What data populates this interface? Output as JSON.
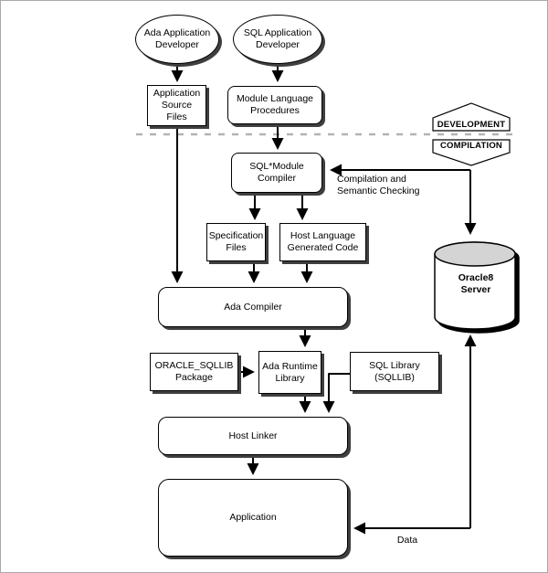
{
  "colors": {
    "line": "#000000",
    "dashed_divider": "#b3b3b3",
    "cylinder_top": "#d4d4d4",
    "shadow": "#3f3f3f",
    "background": "#ffffff"
  },
  "phases": {
    "development": "DEVELOPMENT",
    "compilation": "COMPILATION"
  },
  "nodes": {
    "ada_developer": "Ada Application\nDeveloper",
    "sql_developer": "SQL Application\nDeveloper",
    "application_source_files": "Application\nSource\nFiles",
    "module_language_procedures": "Module Language\nProcedures",
    "sql_module_compiler": "SQL*Module\nCompiler",
    "specification_files": "Specification\nFiles",
    "host_language_generated_code": "Host Language\nGenerated Code",
    "ada_compiler": "Ada Compiler",
    "oracle_sqllib_package": "ORACLE_SQLLIB\nPackage",
    "ada_runtime_library": "Ada Runtime\nLibrary",
    "sql_library": "SQL Library\n(SQLLIB)",
    "host_linker": "Host Linker",
    "application": "Application",
    "oracle8_server": "Oracle8\nServer"
  },
  "edge_labels": {
    "compilation_semantic_checking": "Compilation and\nSemantic Checking",
    "data": "Data"
  }
}
